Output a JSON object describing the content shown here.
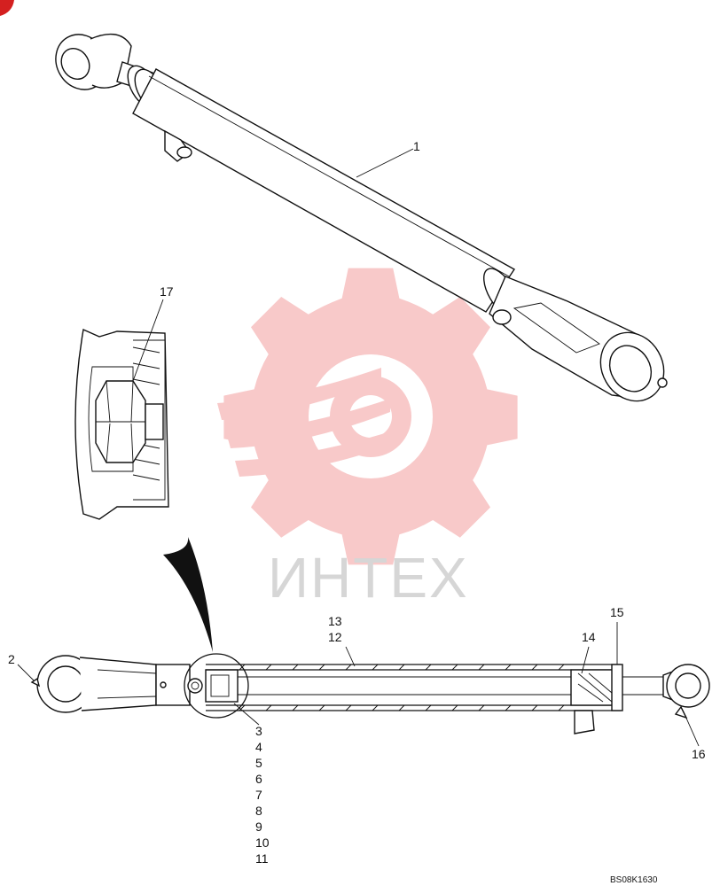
{
  "diagram": {
    "callouts": {
      "c1": "1",
      "c2": "2",
      "c3": "3",
      "c4": "4",
      "c5": "5",
      "c6": "6",
      "c7": "7",
      "c8": "8",
      "c9": "9",
      "c10": "10",
      "c11": "11",
      "c12": "12",
      "c13": "13",
      "c14": "14",
      "c15": "15",
      "c16": "16",
      "c17": "17"
    },
    "drawing_code": "BS08K1630"
  },
  "watermark": {
    "text": "ИНТЕХ",
    "color": "#f08080"
  }
}
